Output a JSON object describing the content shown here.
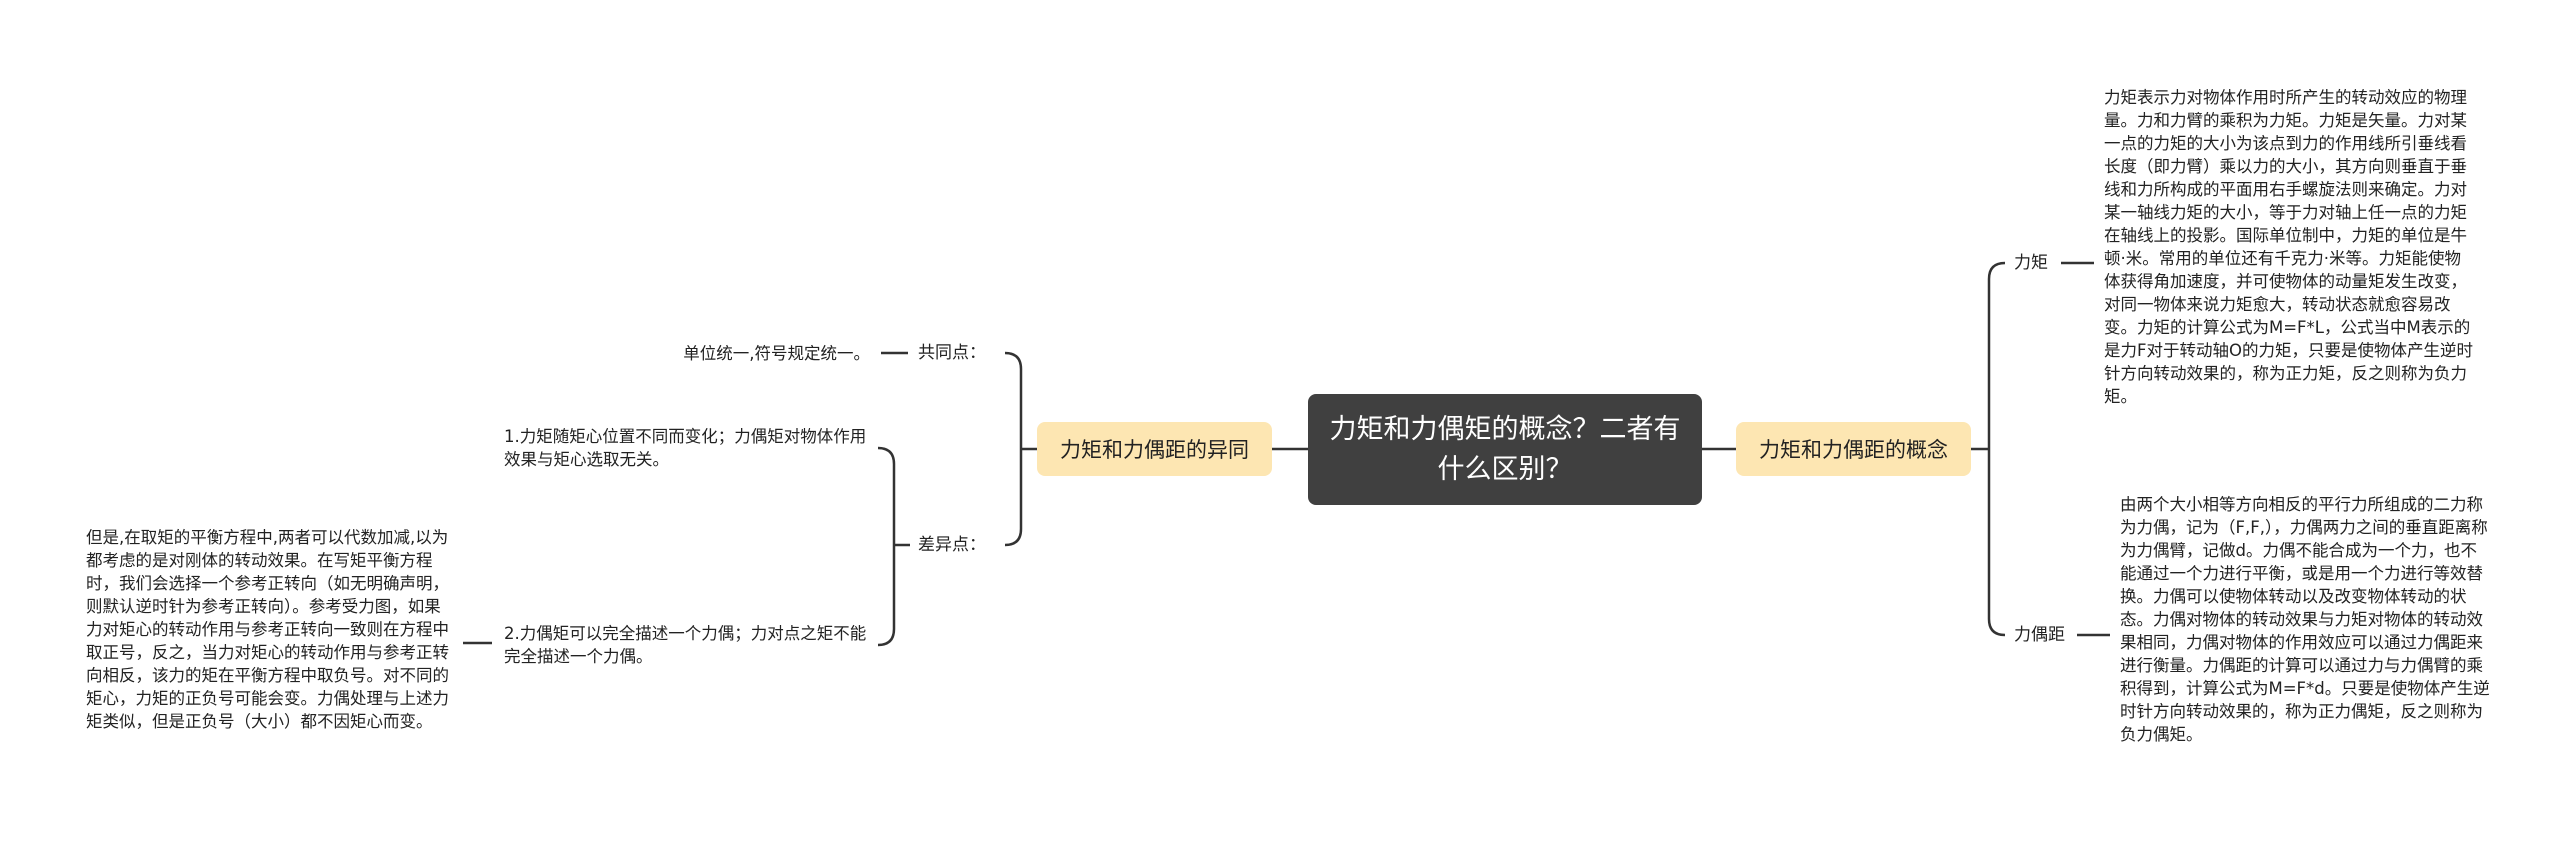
{
  "root": {
    "title": "力矩和力偶矩的概念？二者有什么区别？"
  },
  "left_branch": {
    "label": "力矩和力偶距的异同",
    "common": {
      "label": "共同点：",
      "text": "单位统一,符号规定统一。"
    },
    "difference": {
      "label": "差异点：",
      "item1": "1.力矩随矩心位置不同而变化；力偶矩对物体作用效果与矩心选取无关。",
      "item2": "2.力偶矩可以完全描述一个力偶；力对点之矩不能完全描述一个力偶。",
      "item2_detail": "但是,在取矩的平衡方程中,两者可以代数加减,以为都考虑的是对刚体的转动效果。在写矩平衡方程时，我们会选择一个参考正转向（如无明确声明，则默认逆时针为参考正转向）。参考受力图，如果力对矩心的转动作用与参考正转向一致则在方程中取正号，反之，当力对矩心的转动作用与参考正转向相反，该力的矩在平衡方程中取负号。对不同的矩心，力矩的正负号可能会变。力偶处理与上述力矩类似，但是正负号（大小）都不因矩心而变。"
    }
  },
  "right_branch": {
    "label": "力矩和力偶距的概念",
    "torque": {
      "label": "力矩",
      "text": "力矩表示力对物体作用时所产生的转动效应的物理量。力和力臂的乘积为力矩。力矩是矢量。力对某一点的力矩的大小为该点到力的作用线所引垂线看长度（即力臂）乘以力的大小，其方向则垂直于垂线和力所构成的平面用右手螺旋法则来确定。力对某一轴线力矩的大小，等于力对轴上任一点的力矩在轴线上的投影。国际单位制中，力矩的单位是牛顿·米。常用的单位还有千克力·米等。力矩能使物体获得角加速度，并可使物体的动量矩发生改变，对同一物体来说力矩愈大，转动状态就愈容易改变。力矩的计算公式为M=F*L，公式当中M表示的是力F对于转动轴O的力矩，只要是使物体产生逆时针方向转动效果的，称为正力矩，反之则称为负力矩。"
    },
    "couple": {
      "label": "力偶距",
      "text": "由两个大小相等方向相反的平行力所组成的二力称为力偶，记为（F,F,），力偶两力之间的垂直距离称为力偶臂，记做d。力偶不能合成为一个力，也不能通过一个力进行平衡，或是用一个力进行等效替换。力偶可以使物体转动以及改变物体转动的状态。力偶对物体的转动效果与力矩对物体的转动效果相同，力偶对物体的作用效应可以通过力偶距来进行衡量。力偶距的计算可以通过力与力偶臂的乘积得到，计算公式为M=F*d。只要是使物体产生逆时针方向转动效果的，称为正力偶矩，反之则称为负力偶矩。"
    }
  },
  "colors": {
    "root": "#404040",
    "branch": "#fde6b2",
    "line": "#333333"
  }
}
